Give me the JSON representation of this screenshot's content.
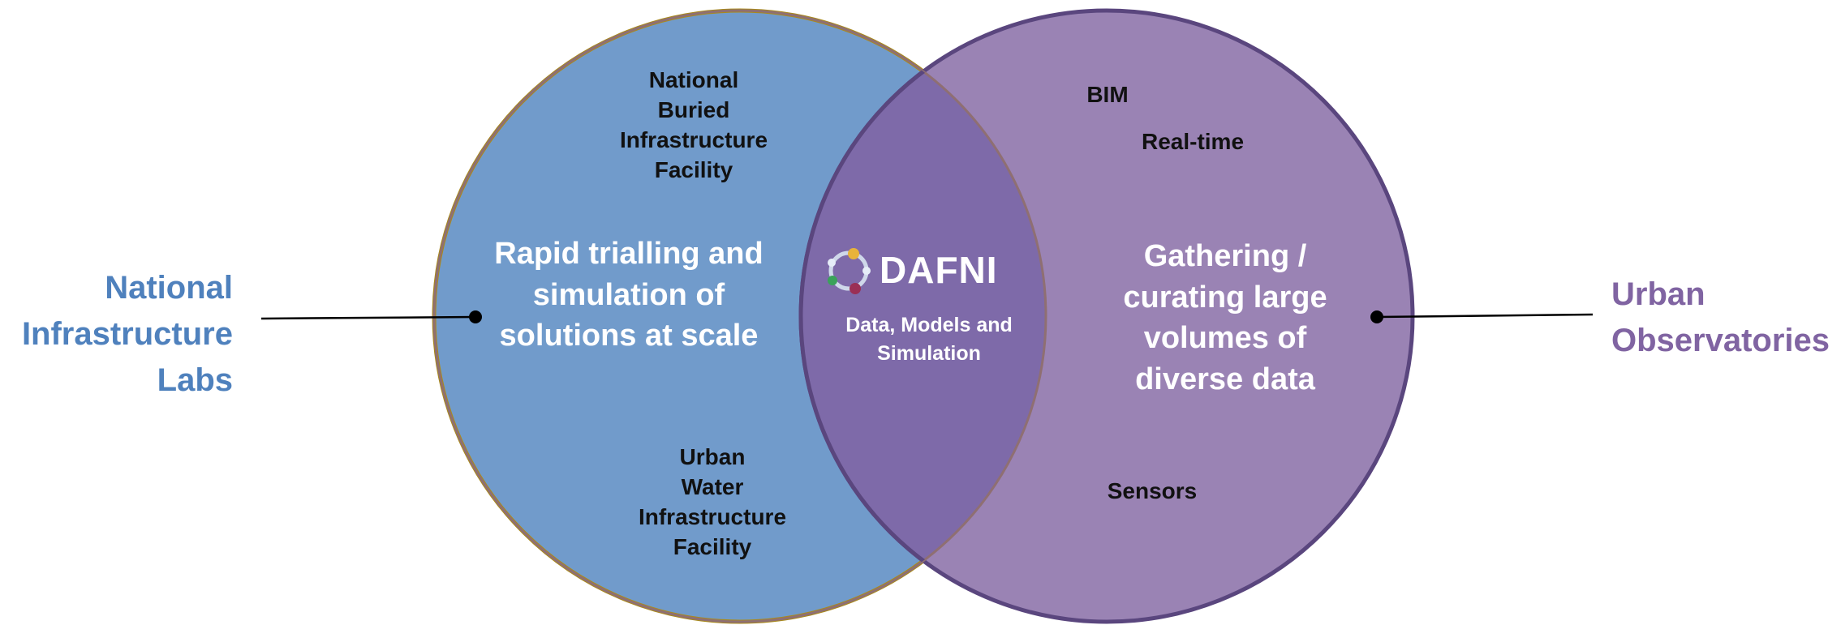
{
  "left_circle_label": "National\nInfrastructure\nLabs",
  "right_circle_label": "Urban\nObservatories",
  "left_only": {
    "top_item": "National\nBuried\nInfrastructure\nFacility",
    "headline": "Rapid trialling and\nsimulation of\nsolutions at scale",
    "bottom_item": "Urban\nWater\nInfrastructure\nFacility"
  },
  "overlap": {
    "logo_text": "DAFNI",
    "caption": "Data, Models and\nSimulation"
  },
  "right_only": {
    "items": [
      "BIM",
      "Real-time",
      "Sensors"
    ],
    "headline": "Gathering /\ncurating large\nvolumes of\ndiverse data"
  },
  "colors": {
    "left_fill": "#719bcb",
    "left_outline": "#a98a1c",
    "right_fill": "#9a83b4",
    "right_outline": "#5a467e",
    "overlap_fill": "#7e6aa9",
    "left_label": "#4f81bd",
    "right_label": "#8064a2",
    "logo_ring": [
      "#e8b33a",
      "#9a2f55",
      "#3aa25a",
      "#cfd8ea"
    ]
  }
}
